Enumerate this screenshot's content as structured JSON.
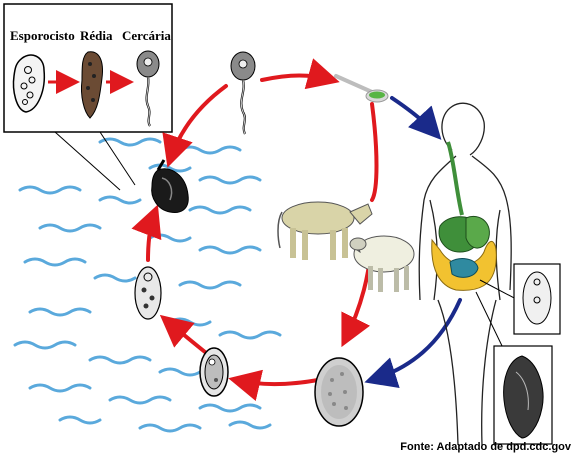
{
  "inset": {
    "stages": [
      "Esporocisto",
      "Rédia",
      "Cercária"
    ]
  },
  "source_note": "Fonte: Adaptado de dpd.cdc.gov",
  "colors": {
    "water": "#5aa9dc",
    "cycle_arrow": "#e0191e",
    "host_arrow": "#1a2a8a",
    "digestive_green": "#3f8f3a",
    "digestive_yellow": "#f2c230"
  },
  "icons": [
    "snail-icon",
    "sheep-icon",
    "cow-icon",
    "spoon-icon",
    "human-body-icon"
  ]
}
